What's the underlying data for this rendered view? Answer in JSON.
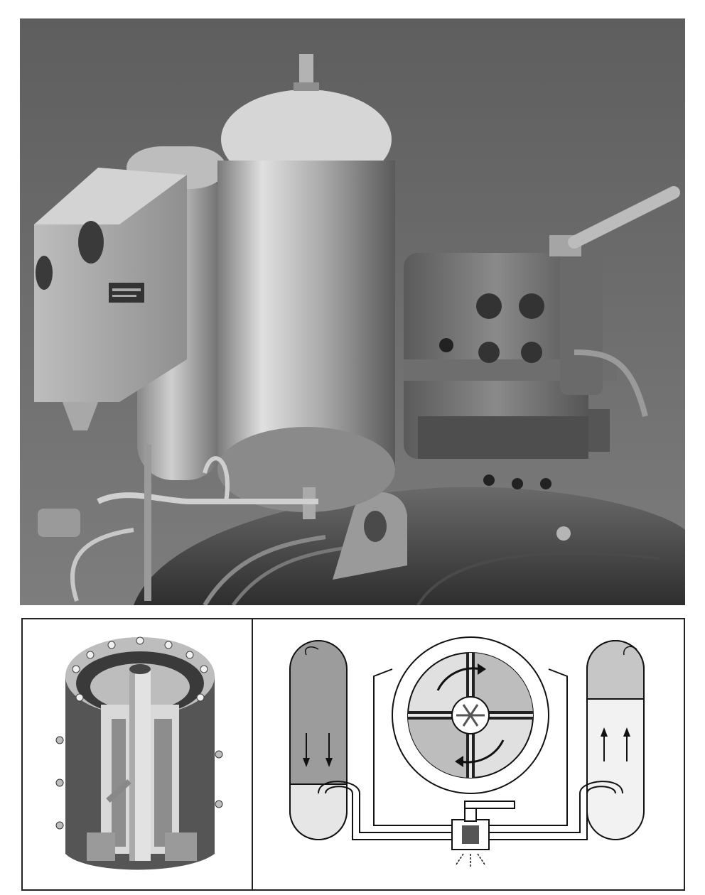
{
  "photo": {
    "subject": "hydraulic-accumulator-assembly",
    "tone": "grayscale",
    "colors": {
      "sky": "#6f6f6f",
      "metal_light": "#c9c9c9",
      "metal_mid": "#9a9a9a",
      "metal_dark": "#3e3e3e"
    }
  },
  "cutaway": {
    "subject": "rotary-vane-cutaway",
    "colors": {
      "body": "#555555",
      "rim": "#bdbdbd",
      "inner": "#d9d9d9"
    }
  },
  "schematic": {
    "subject": "hydraulic-circuit-diagram",
    "colors": {
      "oil_dark": "#9c9c9c",
      "oil_light": "#e6e6e6",
      "line": "#111111"
    }
  }
}
